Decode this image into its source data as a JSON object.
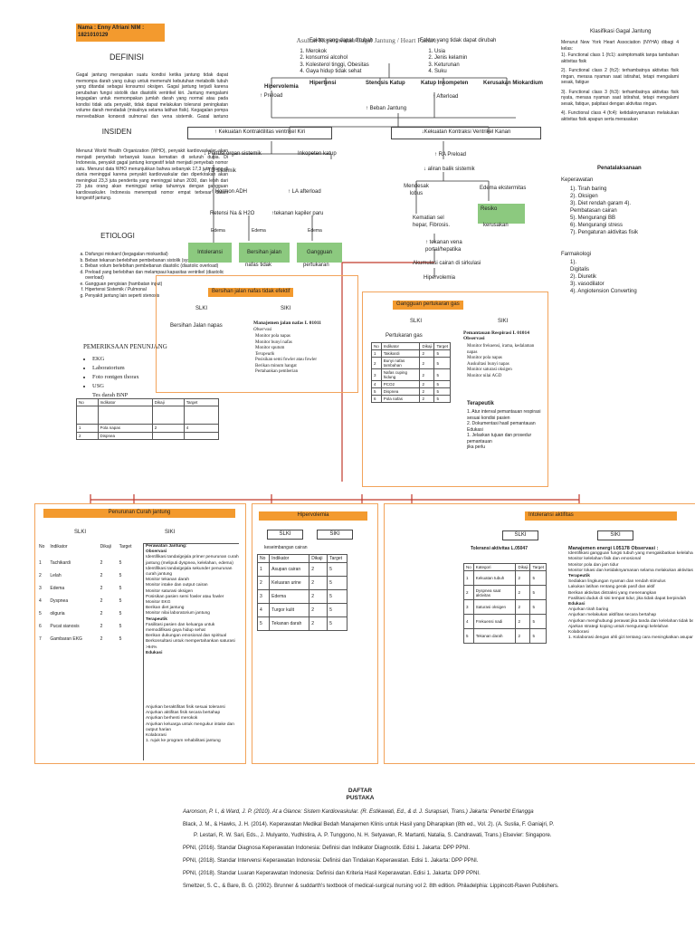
{
  "header": {
    "name_line1": "Nama : Enny Afriani NIM :",
    "name_line2": "1821010129",
    "center_title": "Asuhan Keperawatan Gagal Jantung / Heart Failure"
  },
  "definisi": {
    "title": "DEFINISI",
    "body": "Gagal jantung merupakan suatu kondisi ketika jantung tidak dapat memompa darah yang cukup untuk memenuhi kebutuhan metabolik tubuh yang ditandai sebagai konsumsi oksigen. Gagal jantung terjadi karena perubahan fungsi sistolik dan diastolik ventrikel kiri. Jantung mengalami kegagalan untuk memompakan jumlah darah yang normal atau pada kondisi tidak ada penyakit, tidak dapat melakukan toleransi peningkatan volume darah mendadak (misalnya selama latihan fisik). Kegagalan pompa menyebabkan kongesti pulmonal dan vena sistemik. Gagal jantung menyebabkan disebut juga sebagai gagal"
  },
  "insiden": {
    "title": "INSIDEN",
    "body": "Menurut World Health Organization (WHO), penyakit kardiovaskuler akan menjadi penyebab terbanyak kasus kematian di seluruh dunia. Di Indonesia, penyakit gagal jantung kongestif telah menjadi penyebab nomor satu. Menurut data WHO menunjukkan bahwa sebanyak 17,3 juta orang di dunia meninggal karena penyakit kardiovaskular dan diperkirakan akan meningkat 23,3 juta penderita yang meninggal tahun 2030, dan lebih dari 23 juta orang akan meninggal setiap tahunnya dengan gangguan kardiovaskuler. Indonesia menempati nomor empat terbesar dalam kongestif jantung."
  },
  "etiologi": {
    "title": "ETIOLOGI",
    "items": [
      "Disfungsi miokard (kegagalan miokardial)",
      "Beban tekanan berlebihan pembebanan sistolik (systolic overload)",
      "Beban volum berlebihan pembebanan diastolic (diastolic overload)",
      "Preload yang berlebihan dan melampaui kapasitas ventrikel (diastolic overload)",
      "Gangguan pengisian (hambatan input)",
      "Hipertensi Sistemik / Pulmonal",
      "Penyakit jantung lain seperti stenosis"
    ]
  },
  "penunjang": {
    "title": "PEMERIKSAAN PENUNJANG",
    "items": [
      "EKG",
      "Laboratorium",
      "Foto rontgen thorax",
      "USG",
      "Tes darah BNP"
    ]
  },
  "faktor": {
    "modifiable_title": "Faktor yang dapat dirubah",
    "modifiable": [
      "Merokok",
      "konsumsi alcohol",
      "Kolesterol tinggi, Obesitas",
      "Gaya hidup tidak sehat"
    ],
    "nonmodifiable_title": "Faktor yang tidak dapat dirubah",
    "nonmodifiable": [
      "Usia",
      "Jenis kelamin",
      "Keturunan",
      "Suku"
    ]
  },
  "flow": {
    "hipervolemia": "Hipervolemia",
    "hipertensi": "Hipertensi",
    "stenosis": "Stenosis Katup",
    "katup_inkompeten": "Katup Inkompeten",
    "kerusakan": "Kerusakan Miokardium",
    "preload": "↑ Preload",
    "afterload": "↑ Afterload",
    "beban": "↑ Beban Jantung",
    "ventrikel_kiri": "↑ Kekuatan Kontraktilitas ventrikel Kiri",
    "ventrikel_kanan": "↓Kekuatan Kontraksi Ventrikel Kanan",
    "perfusi": "↓ Perfusi organ sistemik",
    "inkopeten": "Inkopeten katup",
    "td": "↑ TD sistemik",
    "hormon": "↑ Hormon ADH",
    "la": "↑ LA afterload",
    "retensi": "Retensi Na & H2O",
    "edema": "Edema",
    "tekanan_kapiler": "↑tekanan kapiler paru",
    "edema2": "Edema",
    "edema3": "Edema",
    "ra": "↑ RA Preload",
    "aliran": "↓ aliran balik sistemik",
    "mendesak": "Mendesak lobus",
    "edema_ext": "Edema ekstermitas",
    "kematian": "Kematian sel hepar, Fibrosis.",
    "resiko": "Resiko",
    "kerusakan2": "kerusakan",
    "tekanan_vena": "↑ tekanan vena portal/hepatika",
    "akumulasi": "Akumulasi cairan di sirkulasi",
    "hipervolemia2": "Hipervolemia",
    "intoleransi": "Intoleransi",
    "bersihan": "Bersihan jalan",
    "bersihan2": "nafas tidak",
    "gangguan": "Gangguan",
    "gangguan2": "pertukaran"
  },
  "klasifikasi": {
    "title": "Klasifikasi Gagal Jantung",
    "intro": "Menurut New York Heart Association (NYHA) dibagi 4 kelas:",
    "items": [
      "1). Functional class 1 (fc1): asimptomatik tanpa tambahan aktivitas fisik",
      "2). Functional class 2 (fc2): terhambatnya aktivitas fisik ringan, merasa nyaman saat istirahat, tetapi mengalami sesak, fatigue",
      "3). Functional class 3 (fc3): terhambatnya aktivitas fisik nyata, merasa nyaman saat istirahat, tetapi mengalami sesak, fatique, palpitasi dengan aktivitas ringan.",
      "4). Functional class 4 (fc4): ketidaknyamanan melakukan aktivitas fisik apapun serta merasakan"
    ]
  },
  "penatalaksanaan": {
    "title": "Penatalaksanaan",
    "keperawatan_title": "Keperawatan",
    "keperawatan": [
      "1).  Tirah baring",
      "2).  Oksigen",
      "3).  Diet rendah garam 4).",
      "Pembatasan cairan",
      "5).  Mengurangi BB",
      "6).  Mengurangi stress",
      "7).  Pengaturan aktivitas fisik"
    ],
    "farmakologi_title": "Farmakologi",
    "farmakologi": [
      "1).",
      "Digitalis",
      "2).  Diuretik",
      "3).  vasodilator",
      "4).  Angiotension Converting"
    ]
  },
  "bersihan_box": {
    "label": "Bersihan jalan nafas tidak efektif",
    "slki": "SLKI",
    "siki": "SIKI",
    "slki_item": "Bersihan Jalan napas",
    "siki_title": "Manajemen jalan nafas I. 01011",
    "siki_sub": "Observasi",
    "siki_items": [
      "Monitor pola napas",
      "Monitor bunyi nafas",
      "Monitor sputum",
      "Terapeutik",
      "Posisikan semi fowler atau fowler",
      "Berikan minum hangat",
      "Pertahankan pemberian"
    ]
  },
  "pertukaran_box": {
    "label": "Gangguan pertukaran gas",
    "slki": "SLKI",
    "siki": "SIKI",
    "slki_item": "Pertukaran gas",
    "siki_title": "Pemantauan Respirasi I. 01014 Observasi",
    "siki_items": [
      "Monitor frekuensi, irama, kedalaman napas",
      "Monitor pola napas",
      "Auskultasi bunyi napas",
      "Monitor saturasi oksigen",
      "Monitor nilai AGD"
    ],
    "terapeutik": "Terapeutik",
    "terapeutik_items": [
      "1. Atur interval pemantauan respirasi sesuai kondisi pasien",
      "2. Dokumentasi hasil pemantauan Edukasi",
      "1. Jelaskan tujuan dan prosedur pemantauan",
      "jika perlu"
    ],
    "table_headers": [
      "No",
      "Indikator",
      "Dikaji",
      "Target"
    ],
    "table_rows": [
      [
        "1",
        "Takikardi",
        "2",
        "5"
      ],
      [
        "2",
        "Bunyi nafas tambahan",
        "2",
        "5"
      ],
      [
        "3",
        "Nafas cuping hidung",
        "2",
        "5"
      ],
      [
        "4",
        "PCO2",
        "2",
        "5"
      ],
      [
        "5",
        "Dispnea",
        "2",
        "5"
      ],
      [
        "6",
        "Pola nafas",
        "2",
        "5"
      ]
    ]
  },
  "curah_box": {
    "label": "Penurunan Curah jantung",
    "slki": "SLKI",
    "siki": "SIKI",
    "headers": [
      "No",
      "Indikator",
      "Dikaji",
      "Target"
    ],
    "rows": [
      [
        "1",
        "Tachikardi",
        "2",
        "5"
      ],
      [
        "2",
        "Lelah",
        "2",
        "5"
      ],
      [
        "3",
        "Edema",
        "2",
        "5"
      ],
      [
        "4",
        "Dyspnea",
        "2",
        "5"
      ],
      [
        "5",
        "oliguria",
        "2",
        "5"
      ],
      [
        "6",
        "Pucat sianosis",
        "2",
        "5"
      ],
      [
        "7",
        "Gambaran EKG",
        "2",
        "5"
      ]
    ],
    "siki_title": "Perawatan Jantung:",
    "siki_items": [
      "Observasi",
      "Identifikasi tanda/gejala primer penurunan curah jantung (meliputi dyspnea, kelelahan, edema)",
      "Identifikasi tanda/gejala sekunder penurunan curah jantung",
      "Monitor tekanan darah",
      "Monitor intake dan output cairan",
      "Monitor saturasi oksigen",
      "Posisikan pasien semi fowler atau fowler",
      "Monitor EKG",
      "Berikan diet jantung",
      "Monitor nilai laboratorium jantung",
      "Terapeutik",
      "Fasilitasi pasien dan keluarga untuk memodifikasi gaya hidup sehat",
      "Berikan dukungan emosional dan spiritual",
      "Berkonsultasi untuk mempertahankan saturasi >94%",
      "Edukasi"
    ],
    "siki_tail": [
      "Anjurkan beraktifitas fisik sesuai toleransi",
      "Anjurkan aktifitas fisik secara bertahap",
      "Anjurkan berhenti merokok",
      "Anjurkan keluarga untuk mengukur intake dan output harian",
      "Kolaborasi",
      "1. rujuk ke program rehabilitasi jantung"
    ]
  },
  "hipervolemia_box": {
    "label": "Hipervolemia",
    "slki": "SLKI",
    "siki": "SIKI",
    "slki_title": "keseimbangan cairan",
    "headers": [
      "No",
      "Indikator",
      "Dikaji",
      "Target"
    ],
    "rows": [
      [
        "1",
        "Asupan cairan",
        "2",
        "5"
      ],
      [
        "2",
        "Keluaran urine",
        "2",
        "5"
      ],
      [
        "3",
        "Edema",
        "2",
        "5"
      ],
      [
        "4",
        "Turgor kulit",
        "2",
        "5"
      ],
      [
        "5",
        "Tekanan darah",
        "2",
        "5"
      ]
    ]
  },
  "intoleransi_box": {
    "label": "Intoleransi aktifitas",
    "slki": "SLKI",
    "siki": "SIKI",
    "slki_title": "Toleransi aktivitas L.05047",
    "headers": [
      "No",
      "Kategori",
      "Dikaji",
      "Target"
    ],
    "rows": [
      [
        "1",
        "Kekuatan tubuh",
        "2",
        "5"
      ],
      [
        "2",
        "Dyspnea saat aktivitas",
        "2",
        "5"
      ],
      [
        "3",
        "Saturasi oksigen",
        "2",
        "5"
      ],
      [
        "4",
        "Frekuensi nadi",
        "2",
        "5"
      ],
      [
        "5",
        "Tekanan darah",
        "2",
        "5"
      ]
    ],
    "siki_title": "Manajemen energi I.05178 Observasi :",
    "siki_items": [
      "Identifikasi gangguan fungsi tubuh yang mengakibatkan kelelahan",
      "Monitor kelelahan fisik dan emosional",
      "Monitor pola dan jam tidur",
      "Monitor lokasi dan ketidaknyamanan selama melakukan aktivitas",
      "Terapeutik",
      "Sediakan lingkungan nyaman dan rendah stimulus",
      "Lakukan latihan rentang gerak pasif dan aktif",
      "Berikan aktivitas distraksi yang menenangkan",
      "Fasilitasi duduk di sisi tempat tidur, jika tidak dapat berpindah",
      "Edukasi",
      "Anjurkan tirah baring",
      "Anjurkan melakukan aktifitas secara bertahap",
      "Anjurkan menghubungi perawat jika tanda dan kelelahan tidak berkurang",
      "Ajarkan strategi koping untuk mengurangi kelelahan",
      "Kolaborasi",
      "1. Kolaborasi dengan ahli gizi tentang cara meningkatkan asupan makanan"
    ]
  },
  "daftar_pustaka": {
    "title1": "DAFTAR",
    "title2": "PUSTAKA",
    "refs": [
      "Aaronson, P. I., & Ward, J. P. (2010). At a Glance: Sistem Kardiovaskular. (R. Estikawati, Ed., & d. J. Surapsari, Trans.) Jakarta: Penerbit Erlangga",
      "Black, J. M., & Hawks, J. H. (2014). Keperawatan Medikal Bedah Manajemen Klinis untuk Hasil yang Diharapkan (8th ed., Vol. 2). (A. Suslia, F. Ganiajri, P.",
      "P. Lestari, R. W. Sari, Eds., J. Mulyanto, Yudhistira, A. P. Tunggono, N. H. Setyawan, R. Martanti, Natalia, S. Candrawati, Trans.) Elsevier: Singapore.",
      "PPNI, (2016). Standar Diagnosa Keperawatan Indonesia: Definisi dan Indikator Diagnostik. Edisi 1. Jakarta: DPP PPNI.",
      "PPNI, (2018). Standar Intervensi Keperawatan Indonesia: Definisi dan Tindakan Keperawatan. Edisi 1. Jakarta: DPP PPNI.",
      "PPNI, (2018). Standar Luaran Keperawatan Indonesia: Definisi dan Kriteria Hasil Keperawatan. Edisi 1. Jakarta: DPP PPNI.",
      "Smeltzer, S. C., & Bare, B. G. (2002). Brunner & suddarth's textbook of medical-surgical nursing vol 2. 8th edition. Philadelphia: Lippincott-Raven Publishers."
    ]
  },
  "small_table": {
    "headers": [
      "No",
      "Indikator",
      "Dikaji",
      "Target"
    ],
    "rows": [
      [
        "1",
        "Pola napas",
        "2",
        "4"
      ],
      [
        "2",
        "Dispnea",
        "",
        ""
      ]
    ]
  }
}
